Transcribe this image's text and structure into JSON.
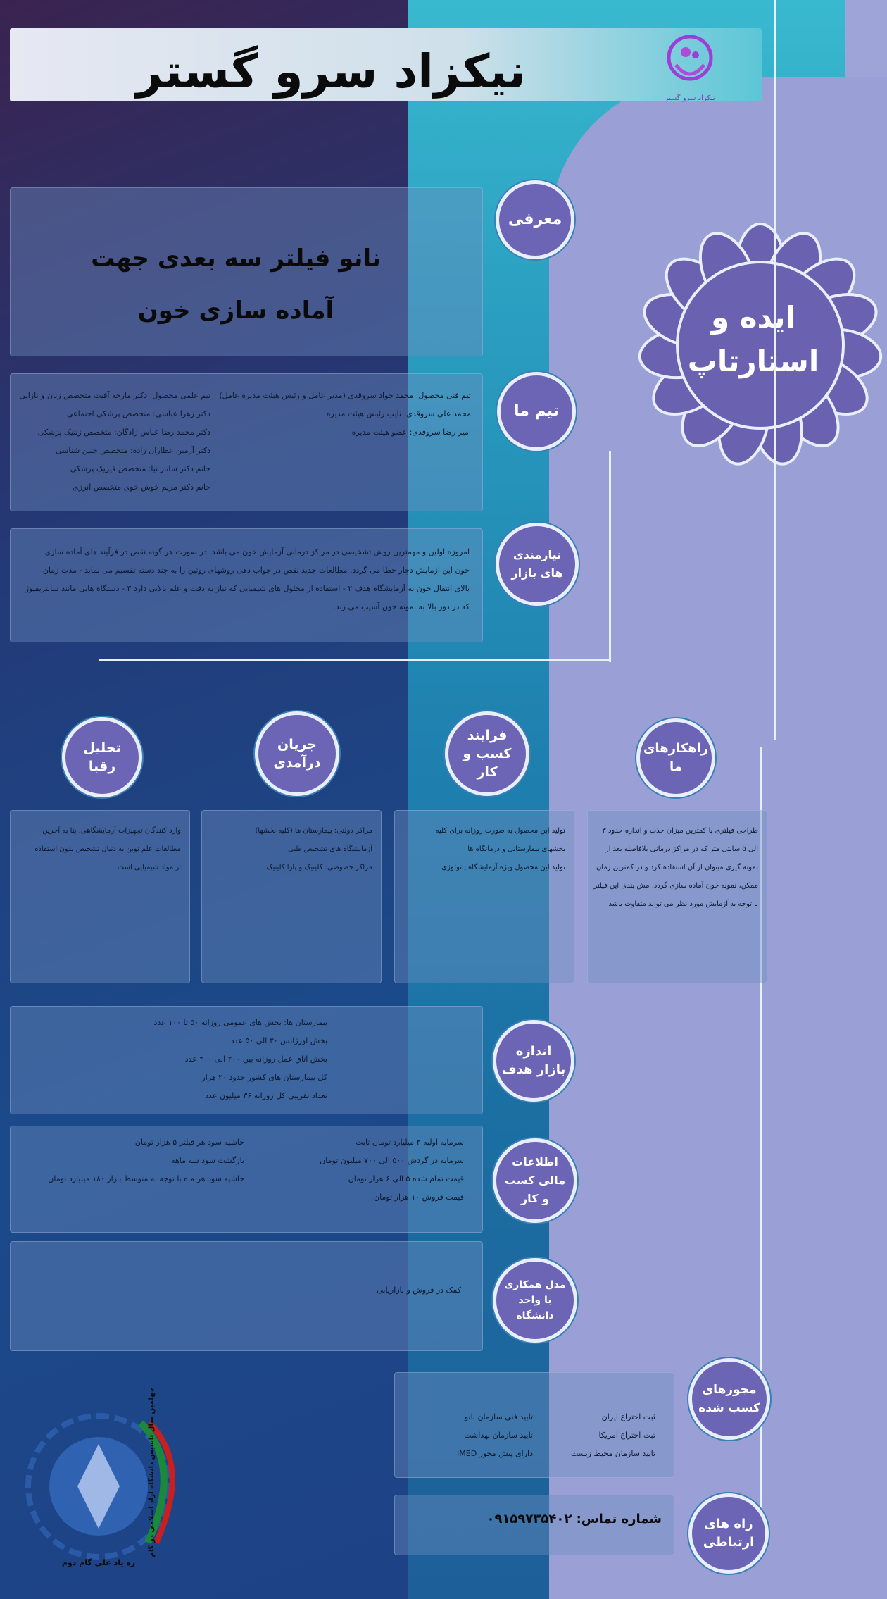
{
  "brand": {
    "name": "نیکزاد سرو گستر",
    "logo_text": "نیکزاد سرو گستر"
  },
  "badge": {
    "text": "ایده و استارتاپ"
  },
  "intro": {
    "label": "معرفی",
    "title_line1": "نانو فیلتر سه بعدی جهت",
    "title_line2": "آماده سازی خون"
  },
  "team": {
    "label": "تیم ما",
    "right_lines": [
      "تیم فنی محصول: محمد جواد سروقدی (مدیر عامل و رئیس هیئت مدیره عامل)",
      "محمد علی سروقدی: نایب رئیس هیئت مدیره",
      "امیر رضا سروقدی: عضو هیئت مدیره"
    ],
    "left_lines": [
      "تیم علمی محصول: دکتر مارجه آفیت متخصص زنان و نازایی",
      "دکتر زهرا عباسی: متخصص پزشکی اجتماعی",
      "دکتر محمد رضا عباس زادگان: متخصص ژنتیک پزشکی",
      "دکتر آرمین عطاران زاده: متخصص جنین شناسی",
      "خانم دکتر ساناز نیا: متخصص فیزیک پزشکی",
      "خانم دکتر مریم خوش خوی متخصص آنرژی"
    ]
  },
  "needs": {
    "label": "نیازمندی های بازار",
    "lines": [
      "امروزه اولین و مهمترین روش تشخیصی در مراکز درمانی آزمایش خون می باشد. در صورت هر گونه نقص در فرآیند های آماده سازی",
      "خون این آزمایش دچار خطا می گردد. مطالعات جدید نقص در جواب دهی روشهای روتین را به چند دسته تقسیم می نماید - مدت زمان",
      "بالای انتقال خون به آزمایشگاه هدف ۲ - استفاده از محلول های شیمیایی که نیاز به دقت و علم بالایی دارد ۳ - دستگاه هایی مانند سانتریفیوژ",
      "که در دور بالا به نمونه خون آسیب می زند."
    ]
  },
  "branches": [
    {
      "label": "راهکارهای ما"
    },
    {
      "label": "فرایند کسب و کار"
    },
    {
      "label": "جریان درآمدی"
    },
    {
      "label": "تحلیل رقبا"
    }
  ],
  "solutions": {
    "lines": [
      "طراحی فیلتری با کمترین میزان جذب و اندازه حدود ۳",
      "الی ۵ سانتی متر که در مراکز درمانی بلافاصله بعد از",
      "نمونه گیری میتوان از آن استفاده کرد و در کمترین زمان",
      "ممکن، نمونه خون آماده سازی گردد. مش بندی این فیلتر",
      "با توجه به آزمایش مورد نظر می تواند متفاوت باشد"
    ]
  },
  "process": {
    "lines": [
      "تولید این محصول به صورت روزانه برای کلیه",
      "بخشهای بیمارستانی و درمانگاه ها",
      "تولید این محصول ویژه آزمایشگاه پاتولوژی"
    ]
  },
  "revenue": {
    "lines": [
      "مراکز دولتی: بیمارستان ها (کلیه بخشها)",
      "آزمایشگاه های تشخیص طبی",
      "مراکز خصوصی: کلینیک و پارا کلینیک"
    ]
  },
  "competitors": {
    "lines": [
      "وارد کنندگان تجهیزات آزمایشگاهی، بنا به آخرین",
      "مطالعات علم نوین به دنبال تشخیص بدون استفاده",
      "از مواد شیمیایی است"
    ]
  },
  "market": {
    "label": "اندازه بازار هدف",
    "lines": [
      "بیمارستان ها: بخش های عمومی روزانه ۵۰ تا ۱۰۰ عدد",
      "بخش اورژانس ۳۰ الی ۵۰ عدد",
      "بخش اتاق عمل روزانه بین ۲۰۰ الی ۳۰۰ عدد",
      "کل بیمارستان های کشور حدود ۲۰ هزار",
      "تعداد تقریبی کل روزانه ۳۶ میلیون عدد"
    ]
  },
  "finance": {
    "label": "اطلاعات مالی کسب و کار",
    "right_lines": [
      "سرمایه اولیه ۳ میلیارد تومان ثابت",
      "سرمایه در گردش ۵۰۰ الی ۷۰۰ میلیون تومان",
      "قیمت تمام شده ۵ الی ۶ هزار تومان",
      "قیمت فروش ۱۰ هزار تومان"
    ],
    "left_lines": [
      "حاشیه سود هر فیلتر ۵ هزار تومان",
      "بازگشت سود سه ماهه",
      "حاشیه سود هر ماه با توجه به متوسط بازار ۱۸۰ میلیارد تومان"
    ]
  },
  "cooperation": {
    "label": "مدل همکاری با واحد دانشگاه",
    "lines": [
      "کمک در فروش و بازاریابی"
    ]
  },
  "licenses": {
    "label": "مجوزهای کسب شده",
    "right_lines": [
      "ثبت اختراع ایران",
      "ثبت اختراع آمریکا",
      "تایید سازمان محیط زیست"
    ],
    "left_lines": [
      "تایید فنی سازمان نانو",
      "تایید سازمان بهداشت",
      "دارای پیش مجوز IMED"
    ]
  },
  "contact": {
    "label": "راه های ارتباطی",
    "phone_line": "شماره تماس: ۰۹۱۵۹۷۳۵۴۰۲"
  },
  "university": {
    "motto": "چهلمین سال تاسیس دانشگاه آزاد اسلامی در گام دوم انقلاب",
    "slogan": "ره یاد علی گام دوم"
  },
  "colors": {
    "circle": "#6c64b4",
    "teal": "#2a9ec0",
    "navy": "#1f3f84",
    "lavender": "#9fa4d8"
  }
}
